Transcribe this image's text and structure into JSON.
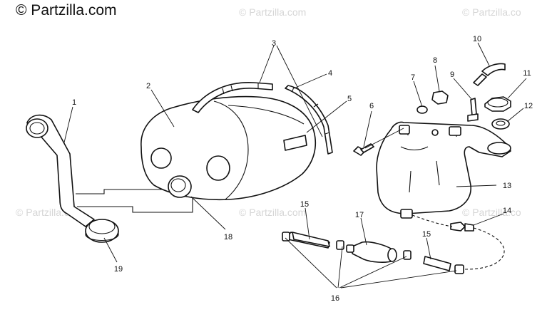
{
  "watermark": {
    "brand_text": "© Partzilla.com",
    "repeat_text": "© Partzilla.com",
    "repeat_text_cut": "© Partzilla.co"
  },
  "diagram": {
    "callouts": [
      {
        "id": "c1",
        "label": "1"
      },
      {
        "id": "c2",
        "label": "2"
      },
      {
        "id": "c3",
        "label": "3"
      },
      {
        "id": "c4",
        "label": "4"
      },
      {
        "id": "c5",
        "label": "5"
      },
      {
        "id": "c6",
        "label": "6"
      },
      {
        "id": "c7",
        "label": "7"
      },
      {
        "id": "c8",
        "label": "8"
      },
      {
        "id": "c9",
        "label": "9"
      },
      {
        "id": "c10",
        "label": "10"
      },
      {
        "id": "c11",
        "label": "11"
      },
      {
        "id": "c12",
        "label": "12"
      },
      {
        "id": "c13",
        "label": "13"
      },
      {
        "id": "c14",
        "label": "14"
      },
      {
        "id": "c15a",
        "label": "15"
      },
      {
        "id": "c15b",
        "label": "15"
      },
      {
        "id": "c16",
        "label": "16"
      },
      {
        "id": "c17",
        "label": "17"
      },
      {
        "id": "c18",
        "label": "18"
      },
      {
        "id": "c19",
        "label": "19"
      }
    ]
  }
}
